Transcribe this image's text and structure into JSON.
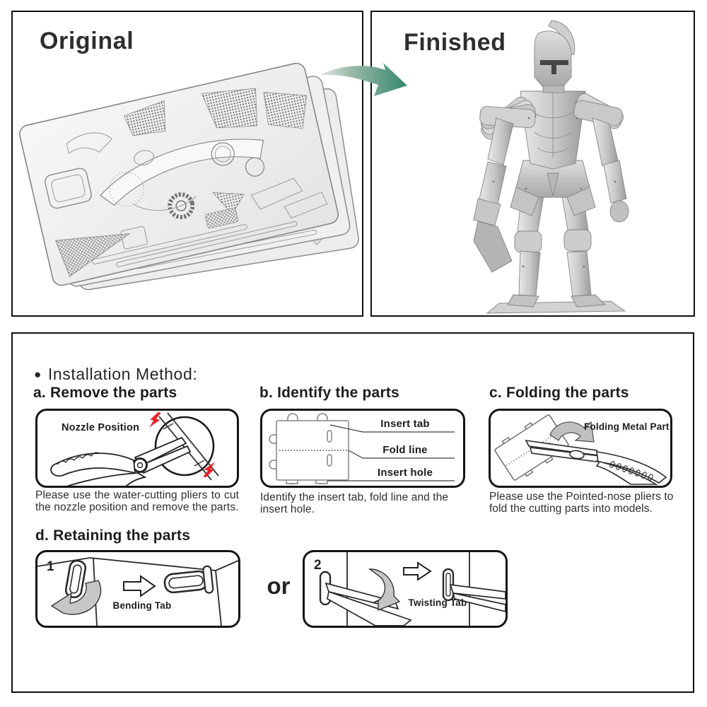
{
  "top": {
    "original_title": "Original",
    "finished_title": "Finished"
  },
  "instructions": {
    "bullet": "●",
    "header": "Installation Method:",
    "section_a": {
      "title": "a. Remove the parts",
      "box_label": "Nozzle Position",
      "caption": "Please use the water-cutting pliers to cut the nozzle position and remove the parts."
    },
    "section_b": {
      "title": "b. Identify the parts",
      "labels": [
        "Insert tab",
        "Fold line",
        "Insert hole"
      ],
      "caption": "Identify the insert tab, fold line and the insert hole."
    },
    "section_c": {
      "title": "c. Folding the parts",
      "box_label": "Folding Metal Part",
      "caption": "Please use the Pointed-nose pliers to fold the cutting parts into models."
    },
    "section_d": {
      "title": "d. Retaining the parts",
      "step1_number": "1",
      "step1_label": "Bending Tab",
      "or_label": "or",
      "step2_number": "2",
      "step2_label": "Twisting Tab"
    }
  },
  "colors": {
    "arrow_green": "#35886B",
    "accent_red": "#E62129",
    "text": "#2B2B2B",
    "metal_light": "#F2F2F2",
    "metal_dark": "#9A9A9A"
  }
}
